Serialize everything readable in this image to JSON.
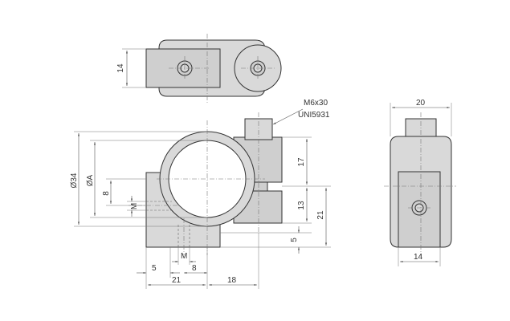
{
  "labels": {
    "top_height": "14",
    "screw_size": "M6x30",
    "screw_standard": "UNI5931",
    "side_width_top": "20",
    "side_width_bottom": "14",
    "outer_diameter": "Ø34",
    "bore_diameter": "ØA",
    "left_offset": "8",
    "thread_left": "M",
    "height_17": "17",
    "height_13": "13",
    "height_21": "21",
    "height_5": "5",
    "thread_bottom": "M",
    "bottom_8": "8",
    "bottom_5": "5",
    "bottom_21": "21",
    "bottom_18": "18"
  }
}
